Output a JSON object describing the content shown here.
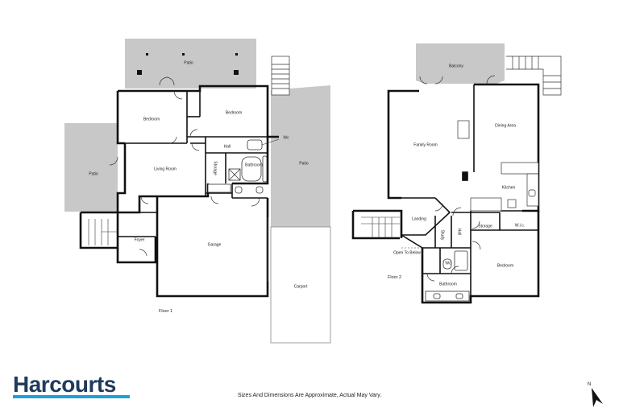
{
  "floor1": {
    "caption": "Floor 1",
    "rooms": {
      "patio_top": "Patio",
      "bedroom_left": "Bedroom",
      "bedroom_right": "Bedroom",
      "wc": "Wc",
      "hall": "Hall",
      "storage": "Storage",
      "bathroom": "Bathroom",
      "patio_left": "Patio",
      "living_room": "Living Room",
      "patio_right": "Patio",
      "foyer": "Foyer",
      "garage": "Garage",
      "carport": "Carport"
    }
  },
  "floor2": {
    "caption": "Floor 2",
    "rooms": {
      "balcony": "Balcony",
      "family_room": "Family Room",
      "dining_area": "Dining Area",
      "kitchen": "Kitchen",
      "landing": "Landing",
      "study": "Study",
      "hall": "Hall",
      "storage": "Storage",
      "wic": "W.i.c.",
      "open_to_below": "Open To Below",
      "wc": "Wc",
      "bedroom": "Bedroom",
      "bathroom": "Bathroom"
    }
  },
  "brand": {
    "name": "Harcourts"
  },
  "footer": {
    "disclaimer": "Sizes And Dimensions Are Approximate, Actual May Vary."
  },
  "compass": {
    "label": "N"
  },
  "colors": {
    "outdoor_fill": "#c8c8c8",
    "wall": "#111111",
    "brand_navy": "#1f3b5c",
    "brand_blue": "#1fa0d8"
  }
}
